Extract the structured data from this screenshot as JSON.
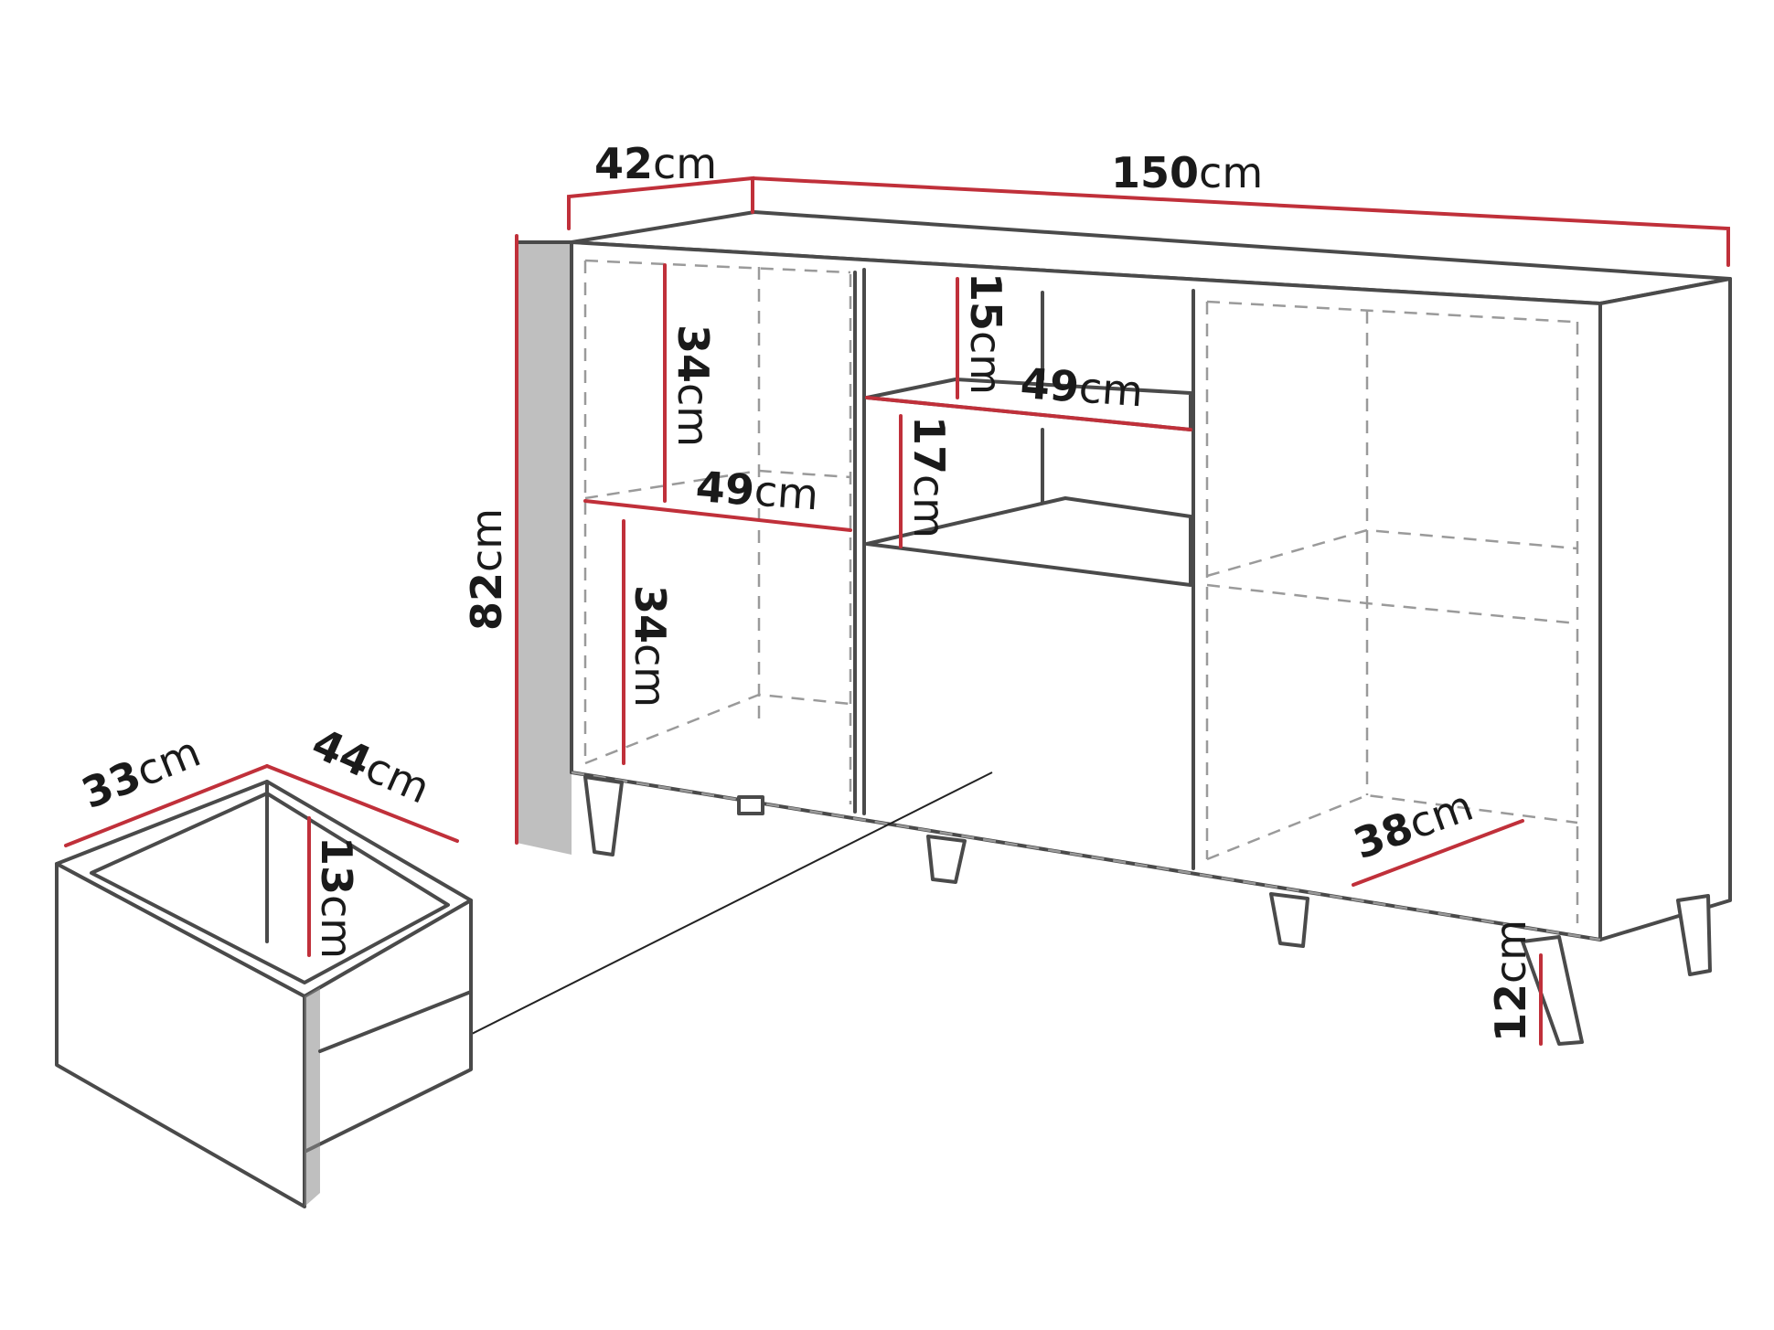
{
  "dimensions": {
    "depth": {
      "value": "42",
      "unit": "cm"
    },
    "width": {
      "value": "150",
      "unit": "cm"
    },
    "height": {
      "value": "82",
      "unit": "cm"
    },
    "left_upper_shelf_height": {
      "value": "34",
      "unit": "cm"
    },
    "left_shelf_width": {
      "value": "49",
      "unit": "cm"
    },
    "left_lower_shelf_height": {
      "value": "34",
      "unit": "cm"
    },
    "middle_top_compartment_height": {
      "value": "15",
      "unit": "cm"
    },
    "middle_shelf_width": {
      "value": "49",
      "unit": "cm"
    },
    "middle_compartment_height": {
      "value": "17",
      "unit": "cm"
    },
    "right_shelf_depth": {
      "value": "38",
      "unit": "cm"
    },
    "leg_height": {
      "value": "12",
      "unit": "cm"
    },
    "drawer_depth": {
      "value": "33",
      "unit": "cm"
    },
    "drawer_width": {
      "value": "44",
      "unit": "cm"
    },
    "drawer_height": {
      "value": "13",
      "unit": "cm"
    }
  },
  "colors": {
    "outline": "#4a4a4a",
    "dimension_line": "#c0303a",
    "hidden_line": "#9a9a9a",
    "background": "#ffffff"
  }
}
